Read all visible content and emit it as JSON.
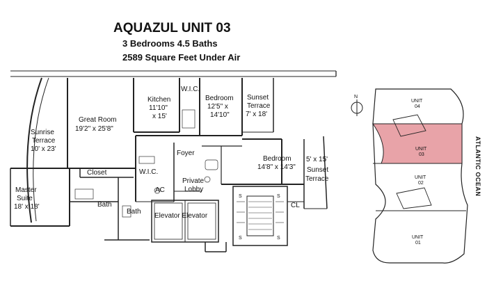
{
  "header": {
    "title": "AQUAZUL UNIT 03",
    "bedrooms_baths": "3 Bedrooms 4.5 Baths",
    "square_feet": "2589 Square Feet Under Air"
  },
  "rooms": {
    "sunrise_terrace": [
      "Sunrise",
      "Terrace",
      "10' x 23'"
    ],
    "great_room": [
      "Great Room",
      "19'2\" x 25'8\""
    ],
    "kitchen": [
      "Kitchen",
      "11'10\"",
      "x 15'"
    ],
    "wic_top": "W.I.C.",
    "bedroom_1": [
      "Bedroom",
      "12'5\" x",
      "14'10\""
    ],
    "sunset_terrace_1": [
      "Sunset",
      "Terrace",
      "7' x 18'"
    ],
    "closet": "Closet",
    "wic_mid": "W.I.C.",
    "foyer": "Foyer",
    "bedroom_2": [
      "Bedroom",
      "14'8\" x 14'3\""
    ],
    "sunset_terrace_2": [
      "5' x 15'",
      "Sunset",
      "Terrace"
    ],
    "master_suite": [
      "Master",
      "Suite",
      "18' x 18'"
    ],
    "bath_1": "Bath",
    "bath_2": "Bath",
    "ac": "AC",
    "private_lobby": [
      "Private",
      "Lobby"
    ],
    "elevator_label": "Elevator Elevator",
    "cl": "CL",
    "stair_s": "S"
  },
  "keyplan": {
    "north": "N",
    "units": [
      {
        "name": "UNIT",
        "number": "04",
        "highlighted": false
      },
      {
        "name": "UNIT",
        "number": "03",
        "highlighted": true
      },
      {
        "name": "UNIT",
        "number": "02",
        "highlighted": false
      },
      {
        "name": "UNIT",
        "number": "01",
        "highlighted": false
      }
    ],
    "ocean_label": "ATLANTIC OCEAN",
    "highlight_color": "#e8a3a8"
  },
  "colors": {
    "wall": "#222222",
    "background": "#ffffff"
  }
}
